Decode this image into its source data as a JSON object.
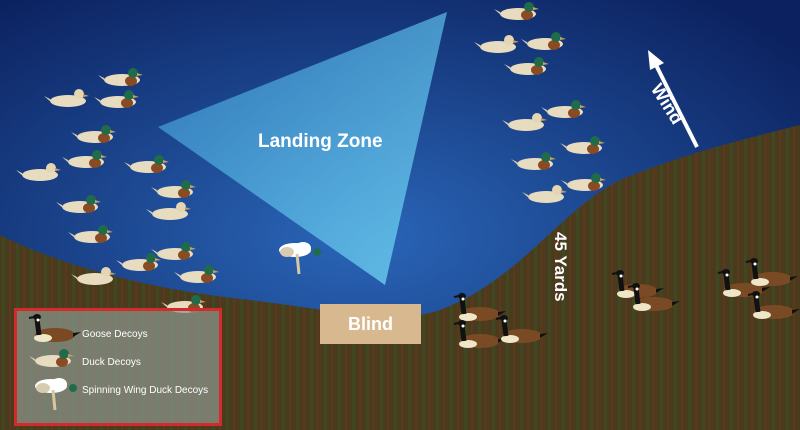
{
  "labels": {
    "landing_zone": "Landing Zone",
    "wind": "Wind",
    "distance": "45 Yards",
    "blind": "Blind"
  },
  "legend": {
    "items": [
      {
        "label": "Goose Decoys",
        "icon": "goose-icon"
      },
      {
        "label": "Duck Decoys",
        "icon": "duck-icon"
      },
      {
        "label": "Spinning Wing  Duck Decoys",
        "icon": "spinning-wing-icon"
      }
    ]
  },
  "colors": {
    "water": "#1c4a9a",
    "water_dark": "#0d2466",
    "ground": "#4a3a1e",
    "landing_zone": "#4fb0e0",
    "blind": "#d8b88e",
    "legend_border": "#d42a2a"
  }
}
